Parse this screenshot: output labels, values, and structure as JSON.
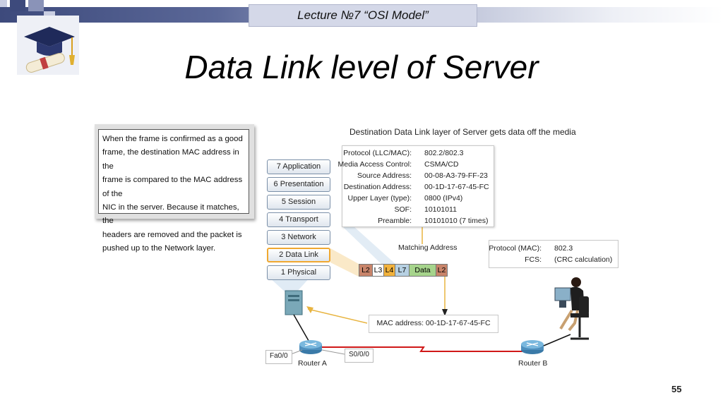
{
  "header": {
    "lecture": "Lecture  №7 “OSI Model”"
  },
  "slide": {
    "title": "Data Link level of Server",
    "page_number": "55"
  },
  "callout": {
    "lines": [
      "When the frame is confirmed as a good",
      "frame, the destination MAC address in the",
      "frame is compared to the MAC address of the",
      "NIC in the server. Because it matches, the",
      "headers are removed and the packet is",
      "pushed up to the Network layer."
    ]
  },
  "diagram": {
    "caption": "Destination Data Link layer of Server gets data off the media",
    "osi_layers": [
      "7 Application",
      "6 Presentation",
      "5 Session",
      "4 Transport",
      "3 Network",
      "2 Data Link",
      "1 Physical"
    ],
    "active_layer": "2 Data Link",
    "frame_fields": [
      {
        "key": "Protocol (LLC/MAC):",
        "value": "802.2/802.3"
      },
      {
        "key": "Media Access Control:",
        "value": "CSMA/CD"
      },
      {
        "key": "Source Address:",
        "value": "00-08-A3-79-FF-23"
      },
      {
        "key": "Destination Address:",
        "value": "00-1D-17-67-45-FC"
      },
      {
        "key": "Upper Layer (type):",
        "value": "0800 (IPv4)"
      },
      {
        "key": "SOF:",
        "value": "10101011"
      },
      {
        "key": "Preamble:",
        "value": "10101010 (7 times)"
      }
    ],
    "matching_label": "Matching Address",
    "frame_segments": [
      {
        "label": "L2",
        "color": "#c8846a"
      },
      {
        "label": "L3",
        "color": "#ffffff"
      },
      {
        "label": "L4",
        "color": "#f2b23c"
      },
      {
        "label": "L7",
        "color": "#b6d0e2"
      },
      {
        "label": "Data",
        "color": "#a6d48c"
      },
      {
        "label": "L2",
        "color": "#c8846a"
      }
    ],
    "trailer_fields": [
      {
        "key": "Protocol (MAC):",
        "value": "802.3"
      },
      {
        "key": "FCS:",
        "value": "(CRC calculation)"
      }
    ],
    "mac_address": "MAC address: 00-1D-17-67-45-FC",
    "interfaces": {
      "fa": "Fa0/0",
      "s0": "S0/0/0"
    },
    "routers": {
      "a": "Router A",
      "b": "Router B"
    },
    "colors": {
      "highlight": "#f0a830",
      "link_red": "#d01818",
      "arrow": "#e8b440"
    }
  }
}
